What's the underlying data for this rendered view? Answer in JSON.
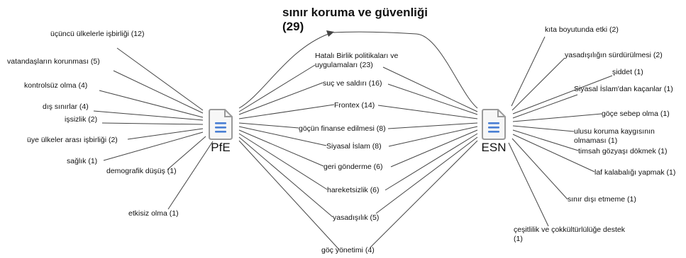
{
  "title_line1": "sınır koruma ve güvenliği",
  "title_line2": "(29)",
  "nodes": {
    "pfe": "PfE",
    "esn": "ESN",
    "icon": "document-icon"
  },
  "left_codes": [
    "üçüncü ülkelerle işbirliği (12)",
    "vatandaşların korunması (5)",
    "kontrolsüz olma (4)",
    "dış sınırlar (4)",
    "işsizlik (2)",
    "üye ülkeler arası işbirliği (2)",
    "sağlık (1)",
    "demografik düşüş (1)",
    "etkisiz olma (1)"
  ],
  "shared_codes": [
    "Hatalı Birlik politikaları ve uygulamaları (23)",
    "suç ve saldırı (16)",
    "Frontex (14)",
    "göçün finanse edilmesi (8)",
    "Siyasal İslam (8)",
    "geri gönderme (6)",
    "hareketsizlik (6)",
    "yasadışılık (5)",
    "göç yönetimi (4)"
  ],
  "right_codes": [
    "kıta boyutunda etki (2)",
    "yasadışılığın sürdürülmesi (2)",
    "şiddet (1)",
    "Siyasal İslam'dan kaçanlar (1)",
    "göçe sebep olma (1)",
    "ulusu koruma kaygısının olmaması (1)",
    "timsah gözyaşı dökmek (1)",
    "laf kalabalığı yapmak (1)",
    "sınır dışı etmeme (1)",
    "çeşitlilik ve çokkültürlülüğe destek (1)"
  ]
}
